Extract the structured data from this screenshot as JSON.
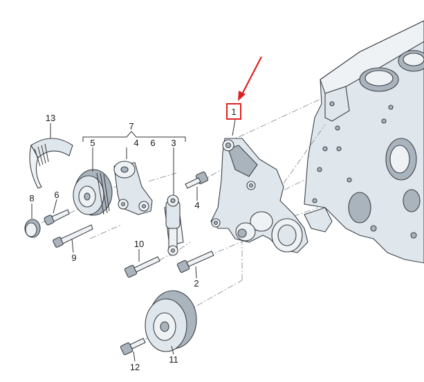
{
  "callouts": {
    "c1": "1",
    "c2": "2",
    "c3": "3",
    "c4a": "4",
    "c4b": "4",
    "c5": "5",
    "c6a": "6",
    "c6b": "6",
    "c7": "7",
    "c8": "8",
    "c9": "9",
    "c10": "10",
    "c11": "11",
    "c12": "12",
    "c13": "13"
  },
  "colors": {
    "highlight_box": "#e02020",
    "arrow": "#e02020",
    "part_fill": "#dfe6ec",
    "outline": "#3b4046"
  },
  "icons": {
    "pointer": "red-arrow-icon"
  }
}
